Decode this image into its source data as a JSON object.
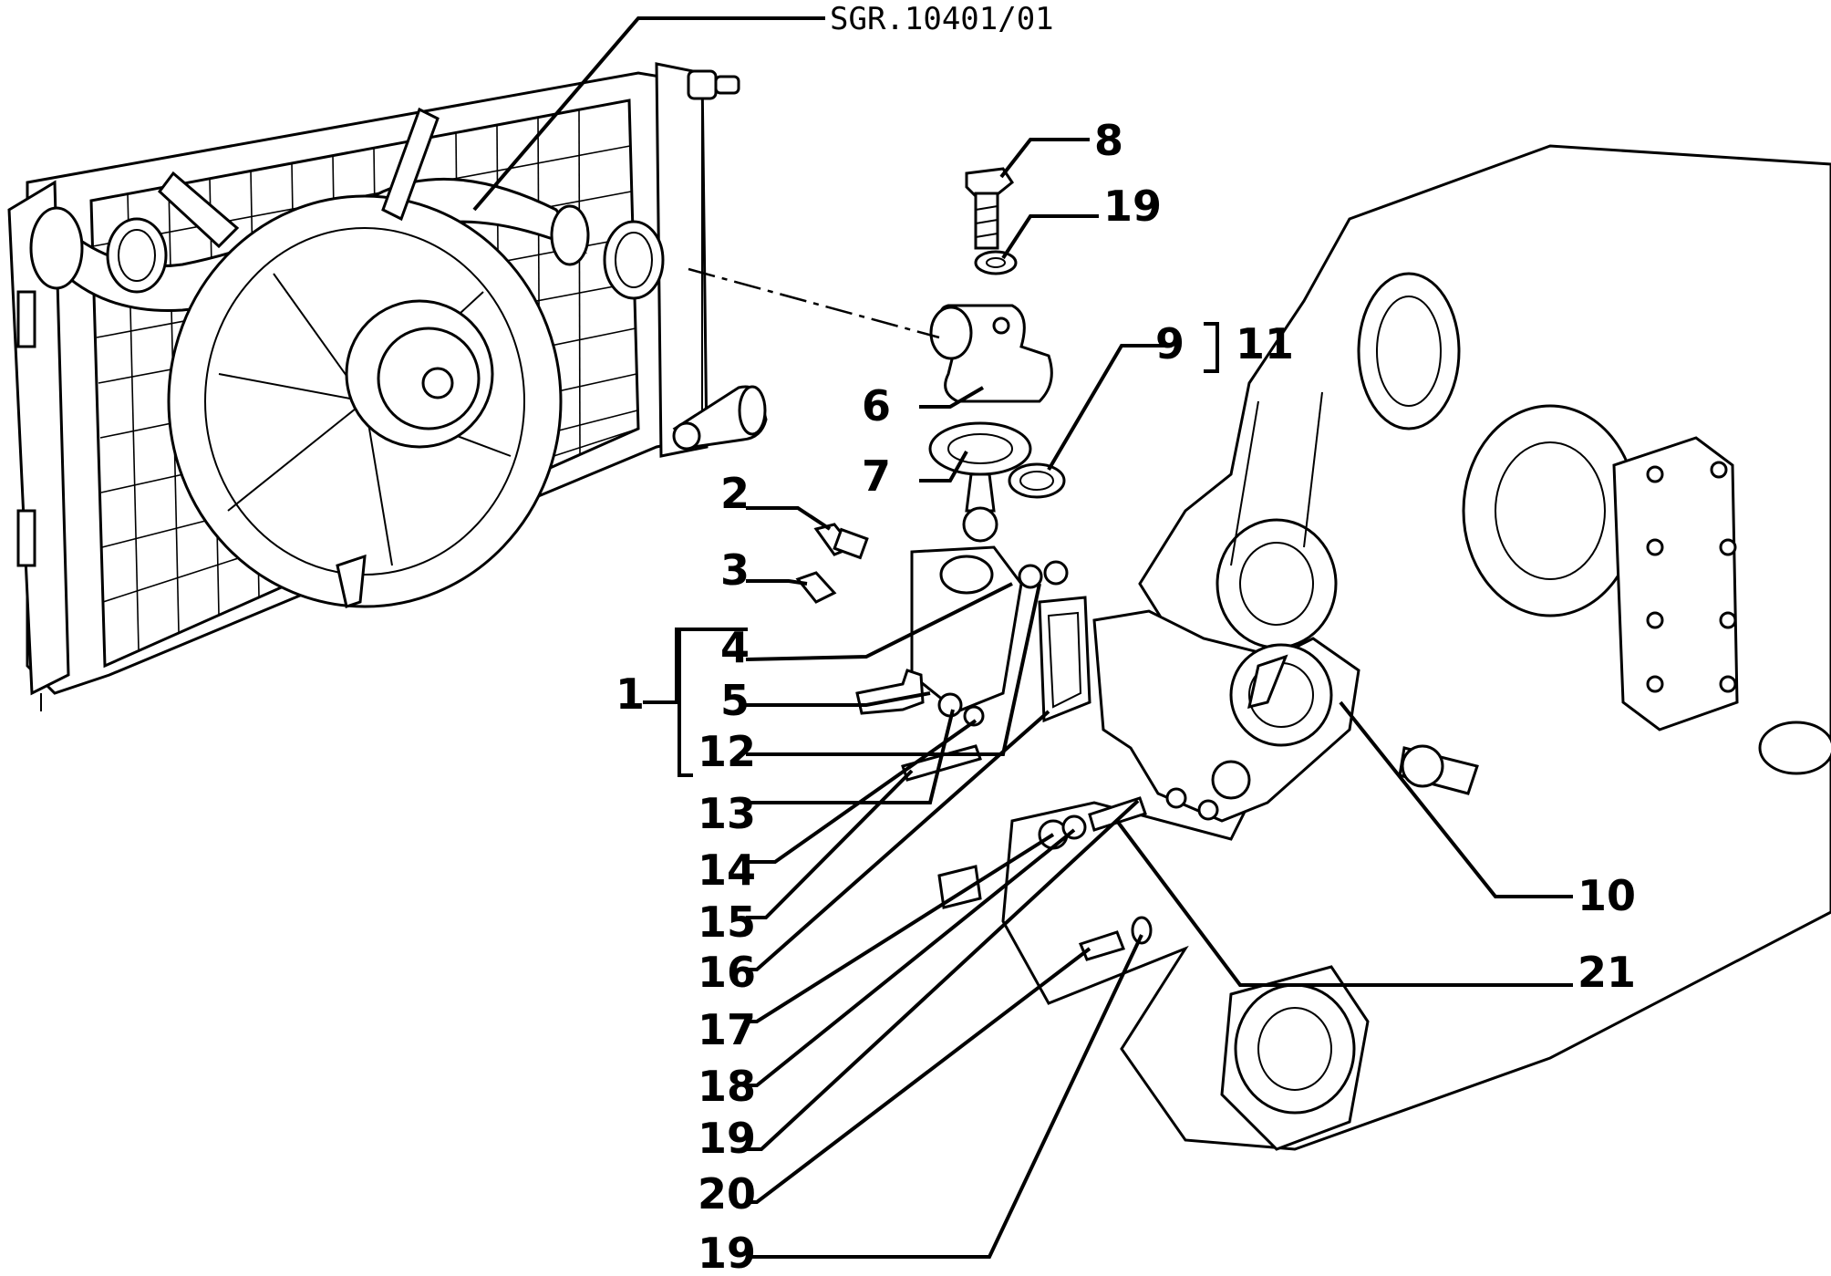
{
  "diagram": {
    "code": "SGR.10401/01",
    "labels": [
      "8",
      "19",
      "9",
      "11",
      "6",
      "7",
      "2",
      "3",
      "4",
      "1",
      "5",
      "12",
      "13",
      "14",
      "15",
      "16",
      "17",
      "18",
      "19",
      "20",
      "19",
      "10",
      "21"
    ]
  }
}
